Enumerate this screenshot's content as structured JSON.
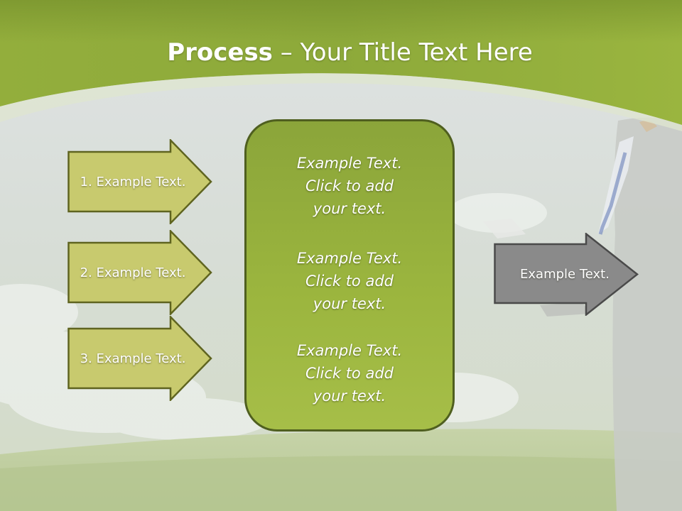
{
  "title": {
    "bold": "Process",
    "rest": " – Your Title Text Here"
  },
  "left_arrows": [
    {
      "label": "1. Example Text."
    },
    {
      "label": "2. Example Text."
    },
    {
      "label": "3. Example Text."
    }
  ],
  "center_box": {
    "blocks": [
      {
        "lines": [
          "Example Text.",
          "Click  to add",
          "your text."
        ]
      },
      {
        "lines": [
          "Example Text.",
          "Click  to add",
          "your text."
        ]
      },
      {
        "lines": [
          "Example Text.",
          "Click  to add",
          "your text."
        ]
      }
    ]
  },
  "right_arrow": {
    "label": "Example Text."
  },
  "colors": {
    "header_green": "#8aa636",
    "arrow_fill": "#c8ca6e",
    "arrow_border": "#5f6420",
    "box_fill": "#9bb53e",
    "box_border": "#4f5f1f",
    "gray_arrow_fill": "#8a8a8a",
    "gray_arrow_border": "#4a4a4a"
  }
}
